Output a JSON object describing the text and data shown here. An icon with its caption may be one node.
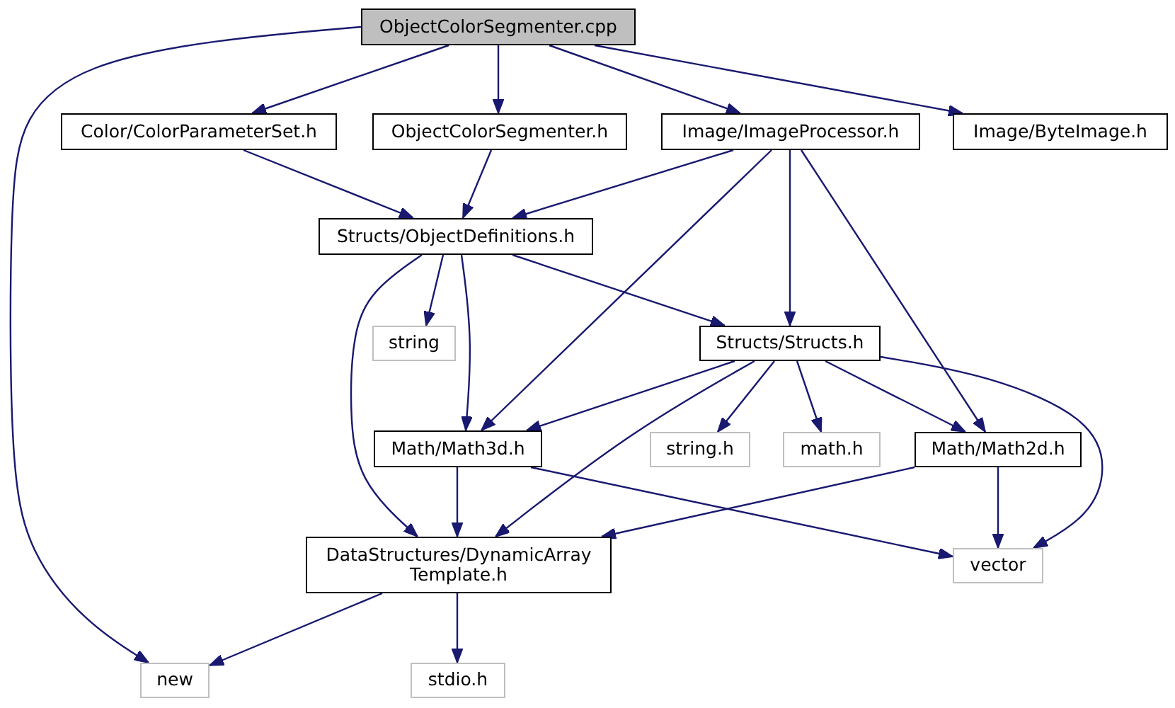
{
  "diagram": {
    "nodes": [
      {
        "text": [
          "ObjectColorSegmenter.cpp"
        ]
      },
      {
        "text": [
          "Color/ColorParameterSet.h"
        ]
      },
      {
        "text": [
          "ObjectColorSegmenter.h"
        ]
      },
      {
        "text": [
          "Image/ImageProcessor.h"
        ]
      },
      {
        "text": [
          "Image/ByteImage.h"
        ]
      },
      {
        "text": [
          "Structs/ObjectDefinitions.h"
        ]
      },
      {
        "text": [
          "string"
        ]
      },
      {
        "text": [
          "Structs/Structs.h"
        ]
      },
      {
        "text": [
          "Math/Math3d.h"
        ]
      },
      {
        "text": [
          "string.h"
        ]
      },
      {
        "text": [
          "math.h"
        ]
      },
      {
        "text": [
          "Math/Math2d.h"
        ]
      },
      {
        "text": [
          "DataStructures/DynamicArray Template.h"
        ]
      },
      {
        "text": [
          "vector"
        ]
      },
      {
        "text": [
          "new"
        ]
      },
      {
        "text": [
          "stdio.h"
        ]
      }
    ],
    "edges": [
      {
        "from": 0,
        "to": 14,
        "arrow": "to"
      },
      {
        "from": 0,
        "to": 1,
        "arrow": "to"
      },
      {
        "from": 0,
        "to": 2,
        "arrow": "to"
      },
      {
        "from": 0,
        "to": 3,
        "arrow": "to"
      },
      {
        "from": 0,
        "to": 4,
        "arrow": "to"
      },
      {
        "from": 1,
        "to": 5,
        "arrow": "to"
      },
      {
        "from": 2,
        "to": 5,
        "arrow": "to"
      },
      {
        "from": 3,
        "to": 5,
        "arrow": "to"
      },
      {
        "from": 3,
        "to": 8,
        "arrow": "to"
      },
      {
        "from": 3,
        "to": 7,
        "arrow": "to"
      },
      {
        "from": 3,
        "to": 11,
        "arrow": "to"
      },
      {
        "from": 5,
        "to": 12,
        "arrow": "to"
      },
      {
        "from": 5,
        "to": 6,
        "arrow": "to"
      },
      {
        "from": 5,
        "to": 8,
        "arrow": "to"
      },
      {
        "from": 5,
        "to": 7,
        "arrow": "to"
      },
      {
        "from": 7,
        "to": 8,
        "arrow": "to"
      },
      {
        "from": 7,
        "to": 12,
        "arrow": "to"
      },
      {
        "from": 7,
        "to": 9,
        "arrow": "to"
      },
      {
        "from": 7,
        "to": 10,
        "arrow": "to"
      },
      {
        "from": 7,
        "to": 11,
        "arrow": "to"
      },
      {
        "from": 7,
        "to": 13,
        "arrow": "to"
      },
      {
        "from": 8,
        "to": 12,
        "arrow": "to"
      },
      {
        "from": 8,
        "to": 13,
        "arrow": "to"
      },
      {
        "from": 11,
        "to": 12,
        "arrow": "to"
      },
      {
        "from": 11,
        "to": 13,
        "arrow": "to"
      },
      {
        "from": 12,
        "to": 14,
        "arrow": "to"
      },
      {
        "from": 12,
        "to": 15,
        "arrow": "to"
      }
    ]
  }
}
